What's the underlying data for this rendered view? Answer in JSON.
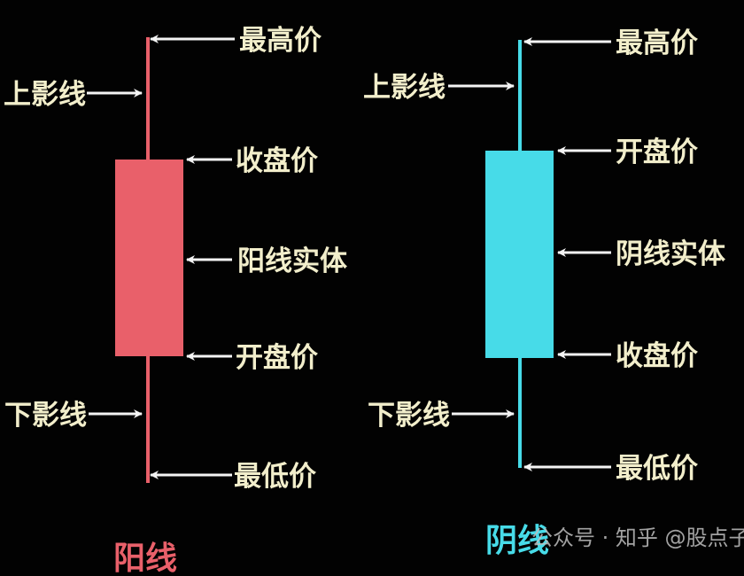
{
  "colors": {
    "bullish": "#e9606a",
    "bearish": "#47dbe8",
    "label": "#f2eecb",
    "arrow": "#f4f4f4",
    "background": "#020202"
  },
  "bullish": {
    "title": "阳线",
    "labels": {
      "high": "最高价",
      "upper_shadow": "上影线",
      "close": "收盘价",
      "body": "阳线实体",
      "open": "开盘价",
      "lower_shadow": "下影线",
      "low": "最低价"
    }
  },
  "bearish": {
    "title": "阴线",
    "labels": {
      "high": "最高价",
      "upper_shadow": "上影线",
      "open": "开盘价",
      "body": "阴线实体",
      "close": "收盘价",
      "lower_shadow": "下影线",
      "low": "最低价"
    }
  },
  "watermark": "公众号 · 知乎 @股点子"
}
